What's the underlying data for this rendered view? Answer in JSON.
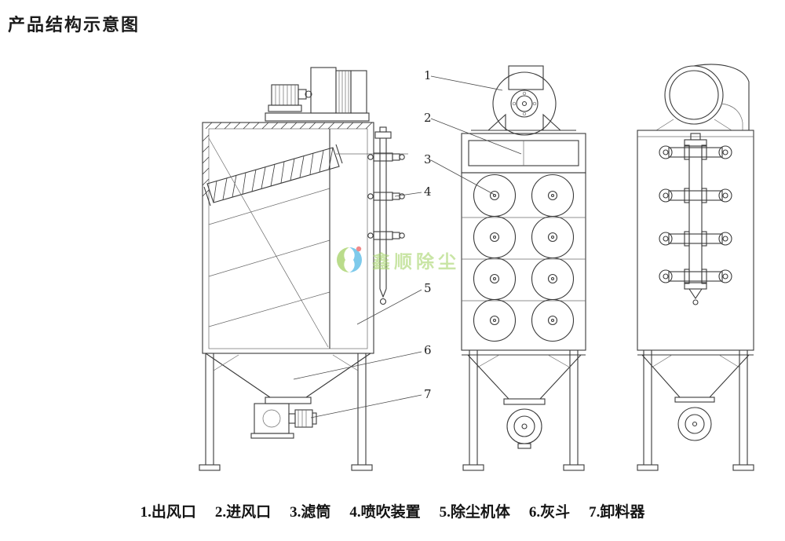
{
  "page": {
    "title": "产品结构示意图"
  },
  "callouts": {
    "labels": [
      "1",
      "2",
      "3",
      "4",
      "5",
      "6",
      "7"
    ]
  },
  "legend": {
    "items": [
      {
        "num": "1",
        "label": "出风口",
        "text": "1.出风口"
      },
      {
        "num": "2",
        "label": "进风口",
        "text": "2.进风口"
      },
      {
        "num": "3",
        "label": "滤筒",
        "text": "3.滤筒"
      },
      {
        "num": "4",
        "label": "喷吹装置",
        "text": "4.喷吹装置"
      },
      {
        "num": "5",
        "label": "除尘机体",
        "text": "5.除尘机体"
      },
      {
        "num": "6",
        "label": "灰斗",
        "text": "6.灰斗"
      },
      {
        "num": "7",
        "label": "卸料器",
        "text": "7.卸料器"
      }
    ]
  },
  "watermark": {
    "text": "鑫顺除尘"
  },
  "colors": {
    "line": "#3a3a3a",
    "title_text": "#1c1c1c",
    "watermark_green": "#8dc63f",
    "watermark_blue": "#29a8df",
    "watermark_red": "#e83e3e"
  }
}
